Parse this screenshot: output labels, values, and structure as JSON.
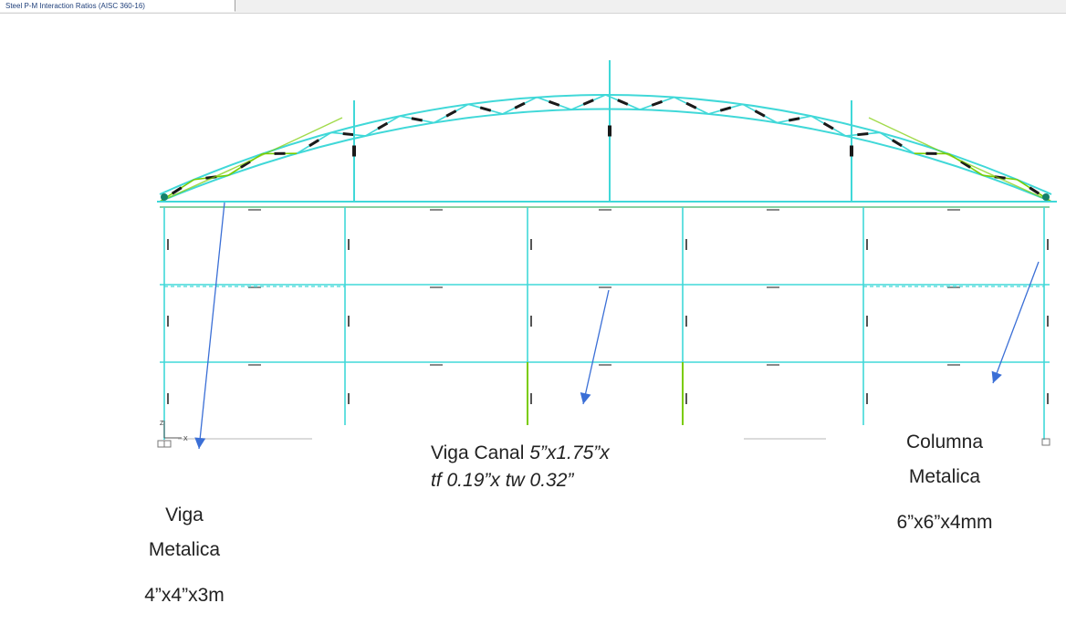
{
  "tab": {
    "label": "Steel P-M Interaction Ratios  (AISC 360-16)"
  },
  "model": {
    "frame_color": "#40d8d8",
    "member_color_low": "#40d8d8",
    "member_color_mid": "#7acc00",
    "arrow_color": "#3b6fd6",
    "axis_labels": {
      "z": "Z",
      "x": "X"
    }
  },
  "annotations": {
    "viga_canal": {
      "line1_plain": "Viga Canal ",
      "line1_italic": "5”x1.75”x",
      "line2_italic": "tf 0.19”x tw 0.32”"
    },
    "columna": {
      "line1": "Columna",
      "line2": "Metalica",
      "line3": "6”x6”x4mm"
    },
    "viga_metalica": {
      "line1": "Viga",
      "line2": "Metalica",
      "line3": "4”x4”x3m"
    }
  }
}
